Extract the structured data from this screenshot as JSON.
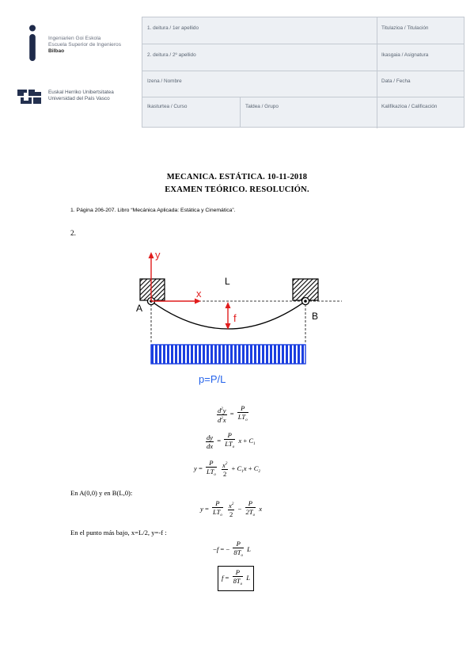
{
  "header": {
    "school_lines": [
      "Ingeniarien Goi Eskola",
      "Escuela Superior de Ingenieros",
      "Bilbao"
    ],
    "university_lines": [
      "Euskal Herriko Unibertsitatea",
      "Universidad del País Vasco"
    ]
  },
  "form": {
    "surname1": "1. deitura / 1er apellido",
    "degree": "Titulazioa / Titulación",
    "surname2": "2. deitura / 2º apellido",
    "subject": "Ikasgaia / Asignatura",
    "name": "Izena / Nombre",
    "date": "Data / Fecha",
    "course": "Ikasturtea / Curso",
    "group": "Taldea / Grupo",
    "grade": "Kalifikazioa / Calificación"
  },
  "exam": {
    "title_line1": "MECANICA. ESTÁTICA. 10-11-2018",
    "title_line2": "EXAMEN TEÓRICO. RESOLUCIÓN.",
    "item1": "1. Página 206-207. Libro “Mecánica Aplicada: Estática y Cinemática”.",
    "item2": "2."
  },
  "diagram": {
    "label_y": "y",
    "label_x": "x",
    "label_L": "L",
    "label_A": "A",
    "label_B": "B",
    "label_f": "f",
    "load_label": "p=P/L"
  },
  "solution": {
    "cond_text": "En A(0,0) y en B(L,0):",
    "lowest_text": "En el punto más bajo, x=L/2, y=-f :"
  },
  "colors": {
    "form_bg": "#edf0f4",
    "arrow_red": "#e11d1d",
    "load_blue": "#1b3fe0",
    "load_label_blue": "#2563eb"
  }
}
